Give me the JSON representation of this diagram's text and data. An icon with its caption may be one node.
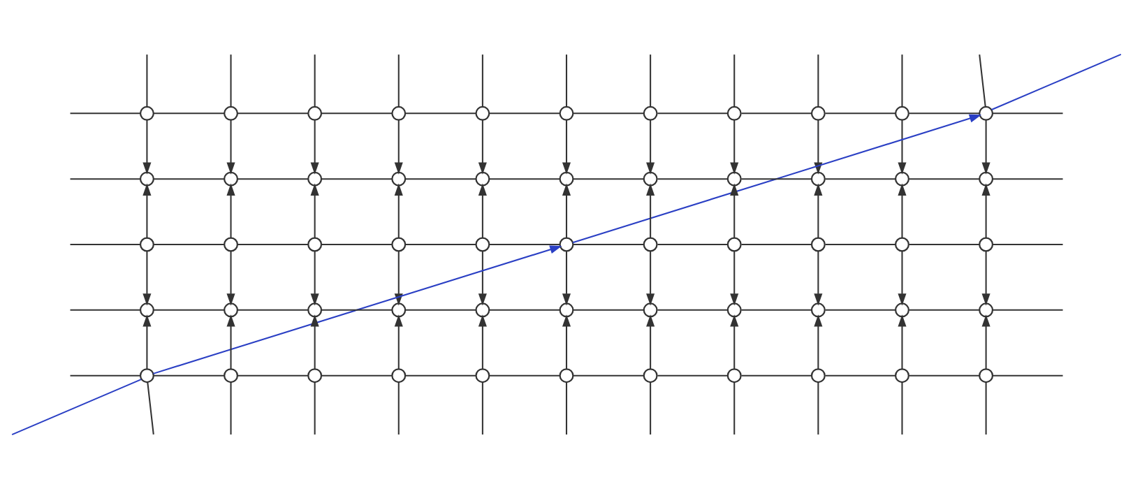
{
  "diagram": {
    "nodes": [
      {
        "text": [],
        "shape": "circle"
      },
      {
        "text": [],
        "shape": "circle"
      },
      {
        "text": [],
        "shape": "circle"
      },
      {
        "text": [],
        "shape": "circle"
      },
      {
        "text": [],
        "shape": "circle"
      },
      {
        "text": [],
        "shape": "circle"
      },
      {
        "text": [],
        "shape": "circle"
      },
      {
        "text": [],
        "shape": "circle"
      },
      {
        "text": [],
        "shape": "circle"
      },
      {
        "text": [],
        "shape": "circle"
      },
      {
        "text": [],
        "shape": "circle"
      },
      {
        "text": [],
        "shape": "circle"
      },
      {
        "text": [],
        "shape": "circle"
      },
      {
        "text": [],
        "shape": "circle"
      },
      {
        "text": [],
        "shape": "circle"
      },
      {
        "text": [],
        "shape": "circle"
      },
      {
        "text": [],
        "shape": "circle"
      },
      {
        "text": [],
        "shape": "circle"
      },
      {
        "text": [],
        "shape": "circle"
      },
      {
        "text": [],
        "shape": "circle"
      },
      {
        "text": [],
        "shape": "circle"
      },
      {
        "text": [],
        "shape": "circle"
      },
      {
        "text": [],
        "shape": "circle"
      },
      {
        "text": [],
        "shape": "circle"
      },
      {
        "text": [],
        "shape": "circle"
      },
      {
        "text": [],
        "shape": "circle"
      },
      {
        "text": [],
        "shape": "circle"
      },
      {
        "text": [],
        "shape": "circle"
      },
      {
        "text": [],
        "shape": "circle"
      },
      {
        "text": [],
        "shape": "circle"
      },
      {
        "text": [],
        "shape": "circle"
      },
      {
        "text": [],
        "shape": "circle"
      },
      {
        "text": [],
        "shape": "circle"
      },
      {
        "text": [],
        "shape": "circle"
      },
      {
        "text": [],
        "shape": "circle"
      },
      {
        "text": [],
        "shape": "circle"
      },
      {
        "text": [],
        "shape": "circle"
      },
      {
        "text": [],
        "shape": "circle"
      },
      {
        "text": [],
        "shape": "circle"
      },
      {
        "text": [],
        "shape": "circle"
      },
      {
        "text": [],
        "shape": "circle"
      },
      {
        "text": [],
        "shape": "circle"
      },
      {
        "text": [],
        "shape": "circle"
      },
      {
        "text": [],
        "shape": "circle"
      },
      {
        "text": [],
        "shape": "circle"
      },
      {
        "text": [],
        "shape": "circle"
      },
      {
        "text": [],
        "shape": "circle"
      },
      {
        "text": [],
        "shape": "circle"
      },
      {
        "text": [],
        "shape": "circle"
      },
      {
        "text": [],
        "shape": "circle"
      },
      {
        "text": [],
        "shape": "circle"
      },
      {
        "text": [],
        "shape": "circle"
      },
      {
        "text": [],
        "shape": "circle"
      },
      {
        "text": [],
        "shape": "circle"
      },
      {
        "text": [],
        "shape": "circle"
      }
    ],
    "edges": [
      {
        "from": 0,
        "to": 1,
        "arrow": "none"
      },
      {
        "from": 1,
        "to": 2,
        "arrow": "none"
      },
      {
        "from": 2,
        "to": 3,
        "arrow": "none"
      },
      {
        "from": 3,
        "to": 4,
        "arrow": "none"
      },
      {
        "from": 4,
        "to": 5,
        "arrow": "none"
      },
      {
        "from": 5,
        "to": 6,
        "arrow": "none"
      },
      {
        "from": 6,
        "to": 7,
        "arrow": "none"
      },
      {
        "from": 7,
        "to": 8,
        "arrow": "none"
      },
      {
        "from": 8,
        "to": 9,
        "arrow": "none"
      },
      {
        "from": 9,
        "to": 10,
        "arrow": "none"
      },
      {
        "from": 11,
        "to": 12,
        "arrow": "none"
      },
      {
        "from": 12,
        "to": 13,
        "arrow": "none"
      },
      {
        "from": 13,
        "to": 14,
        "arrow": "none"
      },
      {
        "from": 14,
        "to": 15,
        "arrow": "none"
      },
      {
        "from": 15,
        "to": 16,
        "arrow": "none"
      },
      {
        "from": 16,
        "to": 17,
        "arrow": "none"
      },
      {
        "from": 17,
        "to": 18,
        "arrow": "none"
      },
      {
        "from": 18,
        "to": 19,
        "arrow": "none"
      },
      {
        "from": 19,
        "to": 20,
        "arrow": "none"
      },
      {
        "from": 20,
        "to": 21,
        "arrow": "none"
      },
      {
        "from": 22,
        "to": 23,
        "arrow": "none"
      },
      {
        "from": 23,
        "to": 24,
        "arrow": "none"
      },
      {
        "from": 24,
        "to": 25,
        "arrow": "none"
      },
      {
        "from": 25,
        "to": 26,
        "arrow": "none"
      },
      {
        "from": 26,
        "to": 27,
        "arrow": "none"
      },
      {
        "from": 27,
        "to": 28,
        "arrow": "none"
      },
      {
        "from": 28,
        "to": 29,
        "arrow": "none"
      },
      {
        "from": 29,
        "to": 30,
        "arrow": "none"
      },
      {
        "from": 30,
        "to": 31,
        "arrow": "none"
      },
      {
        "from": 31,
        "to": 32,
        "arrow": "none"
      },
      {
        "from": 33,
        "to": 34,
        "arrow": "none"
      },
      {
        "from": 34,
        "to": 35,
        "arrow": "none"
      },
      {
        "from": 35,
        "to": 36,
        "arrow": "none"
      },
      {
        "from": 36,
        "to": 37,
        "arrow": "none"
      },
      {
        "from": 37,
        "to": 38,
        "arrow": "none"
      },
      {
        "from": 38,
        "to": 39,
        "arrow": "none"
      },
      {
        "from": 39,
        "to": 40,
        "arrow": "none"
      },
      {
        "from": 40,
        "to": 41,
        "arrow": "none"
      },
      {
        "from": 41,
        "to": 42,
        "arrow": "none"
      },
      {
        "from": 42,
        "to": 43,
        "arrow": "none"
      },
      {
        "from": 44,
        "to": 45,
        "arrow": "none"
      },
      {
        "from": 45,
        "to": 46,
        "arrow": "none"
      },
      {
        "from": 46,
        "to": 47,
        "arrow": "none"
      },
      {
        "from": 47,
        "to": 48,
        "arrow": "none"
      },
      {
        "from": 48,
        "to": 49,
        "arrow": "none"
      },
      {
        "from": 49,
        "to": 50,
        "arrow": "none"
      },
      {
        "from": 50,
        "to": 51,
        "arrow": "none"
      },
      {
        "from": 51,
        "to": 52,
        "arrow": "none"
      },
      {
        "from": 52,
        "to": 53,
        "arrow": "none"
      },
      {
        "from": 53,
        "to": 54,
        "arrow": "none"
      },
      {
        "from": 0,
        "to": 11,
        "arrow": "to"
      },
      {
        "from": 1,
        "to": 12,
        "arrow": "to"
      },
      {
        "from": 2,
        "to": 13,
        "arrow": "to"
      },
      {
        "from": 3,
        "to": 14,
        "arrow": "to"
      },
      {
        "from": 4,
        "to": 15,
        "arrow": "to"
      },
      {
        "from": 5,
        "to": 16,
        "arrow": "to"
      },
      {
        "from": 6,
        "to": 17,
        "arrow": "to"
      },
      {
        "from": 7,
        "to": 18,
        "arrow": "to"
      },
      {
        "from": 8,
        "to": 19,
        "arrow": "to"
      },
      {
        "from": 9,
        "to": 20,
        "arrow": "to"
      },
      {
        "from": 10,
        "to": 21,
        "arrow": "to"
      },
      {
        "from": 22,
        "to": 11,
        "arrow": "to"
      },
      {
        "from": 23,
        "to": 12,
        "arrow": "to"
      },
      {
        "from": 24,
        "to": 13,
        "arrow": "to"
      },
      {
        "from": 25,
        "to": 14,
        "arrow": "to"
      },
      {
        "from": 26,
        "to": 15,
        "arrow": "to"
      },
      {
        "from": 27,
        "to": 16,
        "arrow": "to"
      },
      {
        "from": 28,
        "to": 17,
        "arrow": "to"
      },
      {
        "from": 29,
        "to": 18,
        "arrow": "to"
      },
      {
        "from": 30,
        "to": 19,
        "arrow": "to"
      },
      {
        "from": 31,
        "to": 20,
        "arrow": "to"
      },
      {
        "from": 32,
        "to": 21,
        "arrow": "to"
      },
      {
        "from": 22,
        "to": 33,
        "arrow": "to"
      },
      {
        "from": 23,
        "to": 34,
        "arrow": "to"
      },
      {
        "from": 24,
        "to": 35,
        "arrow": "to"
      },
      {
        "from": 25,
        "to": 36,
        "arrow": "to"
      },
      {
        "from": 26,
        "to": 37,
        "arrow": "to"
      },
      {
        "from": 27,
        "to": 38,
        "arrow": "to"
      },
      {
        "from": 28,
        "to": 39,
        "arrow": "to"
      },
      {
        "from": 29,
        "to": 40,
        "arrow": "to"
      },
      {
        "from": 30,
        "to": 41,
        "arrow": "to"
      },
      {
        "from": 31,
        "to": 42,
        "arrow": "to"
      },
      {
        "from": 32,
        "to": 43,
        "arrow": "to"
      },
      {
        "from": 44,
        "to": 33,
        "arrow": "to"
      },
      {
        "from": 45,
        "to": 34,
        "arrow": "to"
      },
      {
        "from": 46,
        "to": 35,
        "arrow": "to"
      },
      {
        "from": 47,
        "to": 36,
        "arrow": "to"
      },
      {
        "from": 48,
        "to": 37,
        "arrow": "to"
      },
      {
        "from": 49,
        "to": 38,
        "arrow": "to"
      },
      {
        "from": 50,
        "to": 39,
        "arrow": "to"
      },
      {
        "from": 51,
        "to": 40,
        "arrow": "to"
      },
      {
        "from": 52,
        "to": 41,
        "arrow": "to"
      },
      {
        "from": 53,
        "to": 42,
        "arrow": "to"
      },
      {
        "from": 54,
        "to": 43,
        "arrow": "to"
      },
      {
        "from": null,
        "to": 44,
        "arrow": "none",
        "color": "#2a3fc4"
      },
      {
        "from": 44,
        "to": 27,
        "arrow": "to",
        "color": "#2a3fc4"
      },
      {
        "from": 27,
        "to": 10,
        "arrow": "to",
        "color": "#2a3fc4"
      },
      {
        "from": 10,
        "to": null,
        "arrow": "none",
        "color": "#2a3fc4"
      },
      {
        "from": null,
        "to": 0,
        "arrow": "none"
      },
      {
        "from": null,
        "to": 1,
        "arrow": "none"
      },
      {
        "from": null,
        "to": 2,
        "arrow": "none"
      },
      {
        "from": null,
        "to": 3,
        "arrow": "none"
      },
      {
        "from": null,
        "to": 4,
        "arrow": "none"
      },
      {
        "from": null,
        "to": 5,
        "arrow": "none"
      },
      {
        "from": null,
        "to": 6,
        "arrow": "none"
      },
      {
        "from": null,
        "to": 7,
        "arrow": "none"
      },
      {
        "from": null,
        "to": 8,
        "arrow": "none"
      },
      {
        "from": null,
        "to": 9,
        "arrow": "none"
      },
      {
        "from": null,
        "to": 10,
        "arrow": "none"
      },
      {
        "from": 44,
        "to": null,
        "arrow": "none"
      },
      {
        "from": 45,
        "to": null,
        "arrow": "none"
      },
      {
        "from": 46,
        "to": null,
        "arrow": "none"
      },
      {
        "from": 47,
        "to": null,
        "arrow": "none"
      },
      {
        "from": 48,
        "to": null,
        "arrow": "none"
      },
      {
        "from": 49,
        "to": null,
        "arrow": "none"
      },
      {
        "from": 50,
        "to": null,
        "arrow": "none"
      },
      {
        "from": 51,
        "to": null,
        "arrow": "none"
      },
      {
        "from": 52,
        "to": null,
        "arrow": "none"
      },
      {
        "from": 53,
        "to": null,
        "arrow": "none"
      },
      {
        "from": 54,
        "to": null,
        "arrow": "none"
      },
      {
        "from": null,
        "to": 0,
        "arrow": "none"
      },
      {
        "from": null,
        "to": 11,
        "arrow": "none"
      },
      {
        "from": null,
        "to": 22,
        "arrow": "none"
      },
      {
        "from": null,
        "to": 33,
        "arrow": "none"
      },
      {
        "from": null,
        "to": 44,
        "arrow": "none"
      },
      {
        "from": 10,
        "to": null,
        "arrow": "none"
      },
      {
        "from": 21,
        "to": null,
        "arrow": "none"
      },
      {
        "from": 32,
        "to": null,
        "arrow": "none"
      },
      {
        "from": 43,
        "to": null,
        "arrow": "none"
      },
      {
        "from": 54,
        "to": null,
        "arrow": "none"
      }
    ]
  }
}
